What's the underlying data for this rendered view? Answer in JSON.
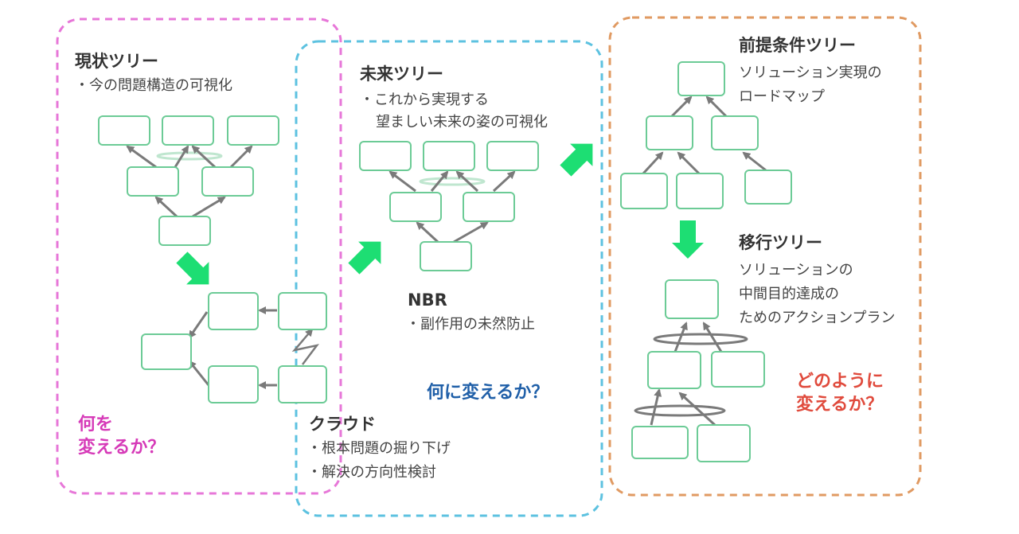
{
  "colors": {
    "pink": "#E777D8",
    "blue": "#5DC2E0",
    "orange": "#E09A62",
    "node_border": "#6CCB96",
    "arrow_green": "#1DDE73",
    "connector_gray": "#7A7A7A",
    "question_pink": "#D63AB8",
    "question_blue": "#1F5FA8",
    "question_red": "#E04A3C"
  },
  "current_tree": {
    "title": "現状ツリー",
    "subtitle": "・今の問題構造の可視化",
    "question_line1": "何を",
    "question_line2": "変えるか？"
  },
  "cloud": {
    "title": "クラウド",
    "item1": "・根本問題の掘り下げ",
    "item2": "・解決の方向性検討"
  },
  "future_tree": {
    "title": "未来ツリー",
    "subtitle_line1": "・これから実現する",
    "subtitle_line2": "望ましい未来の姿の可視化",
    "question": "何に変えるか？"
  },
  "nbr": {
    "title": "NBR",
    "subtitle": "・副作用の未然防止"
  },
  "prerequisite_tree": {
    "title": "前提条件ツリー",
    "subtitle_line1": "ソリューション実現の",
    "subtitle_line2": "ロードマップ"
  },
  "transition_tree": {
    "title": "移行ツリー",
    "subtitle_line1": "ソリューションの",
    "subtitle_line2": "中間目的達成の",
    "subtitle_line3": "ためのアクションプラン"
  },
  "how_question": {
    "line1": "どのように",
    "line2": "変えるか？"
  }
}
